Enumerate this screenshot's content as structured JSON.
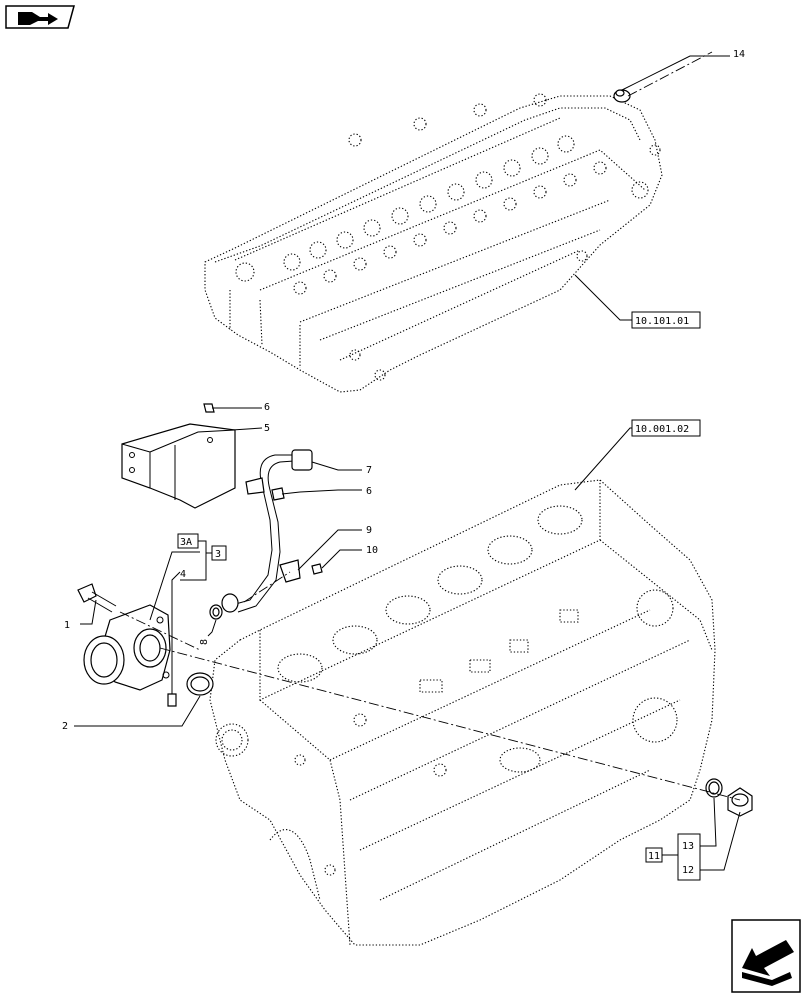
{
  "callouts": {
    "c1": "1",
    "c2": "2",
    "c3a": "3A",
    "c3": "3",
    "c4": "4",
    "c5": "5",
    "c6a": "6",
    "c6b": "6",
    "c7": "7",
    "c8": "8",
    "c9": "9",
    "c10": "10",
    "c11": "11",
    "c12": "12",
    "c13": "13",
    "c14": "14"
  },
  "references": {
    "cylinder_head": "10.101.01",
    "engine_block": "10.001.02"
  },
  "icons": {
    "top_left": "book-arrow-icon",
    "bottom_right": "next-page-arrow-icon"
  }
}
